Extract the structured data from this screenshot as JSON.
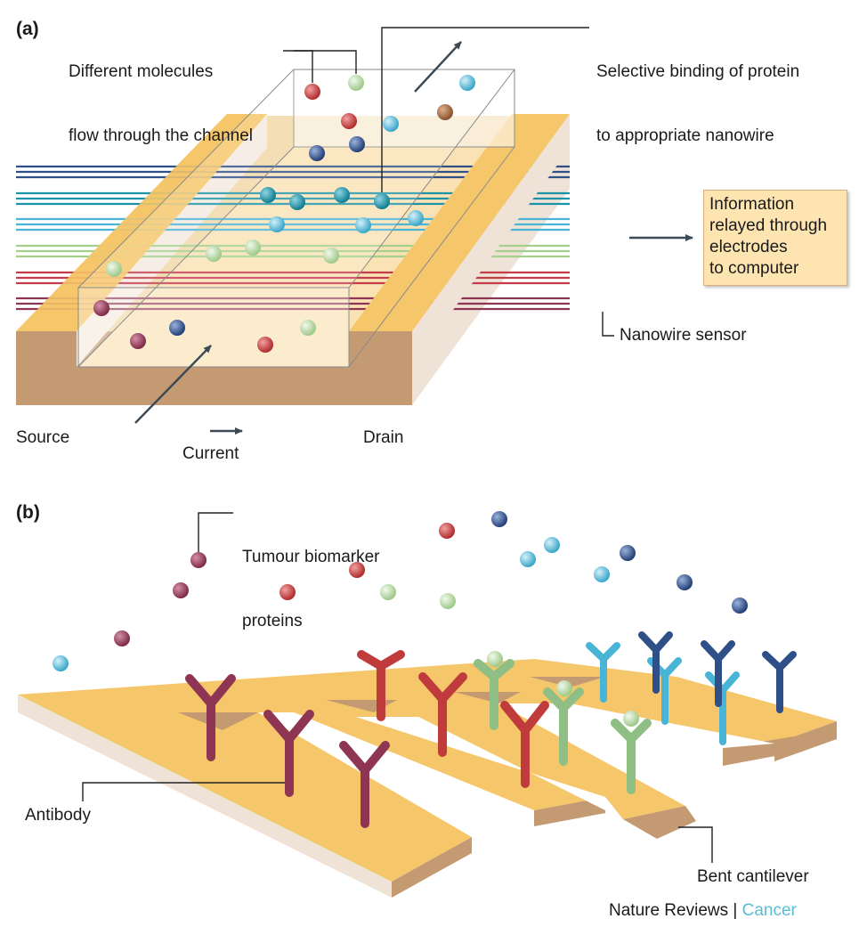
{
  "panel_a": {
    "label": "(a)",
    "molecules_label": [
      "Different molecules",
      "flow through the channel"
    ],
    "binding_label": [
      "Selective binding of protein",
      "to appropriate nanowire"
    ],
    "info_box": [
      "Information",
      "relayed through",
      "electrodes",
      "to computer"
    ],
    "nanowire_label": "Nanowire sensor",
    "source_label": "Source",
    "current_label": "Current",
    "drain_label": "Drain"
  },
  "panel_b": {
    "label": "(b)",
    "biomarker_label": [
      "Tumour biomarker",
      "proteins"
    ],
    "antibody_label": "Antibody",
    "cantilever_label": "Bent cantilever"
  },
  "credit": {
    "publisher": "Nature Reviews",
    "separator": "|",
    "journal": "Cancer"
  },
  "colors": {
    "gold": "#f6c66a",
    "base_brown": "#c49a73",
    "side_light": "#efe2d6",
    "red": "#c03b3b",
    "maroon": "#8e3553",
    "navy": "#2e4f88",
    "light_blue": "#5bbcd6",
    "teal": "#1b93a8",
    "light_green": "#b6d7a1",
    "green": "#7cb07a",
    "brown": "#a0663e"
  }
}
